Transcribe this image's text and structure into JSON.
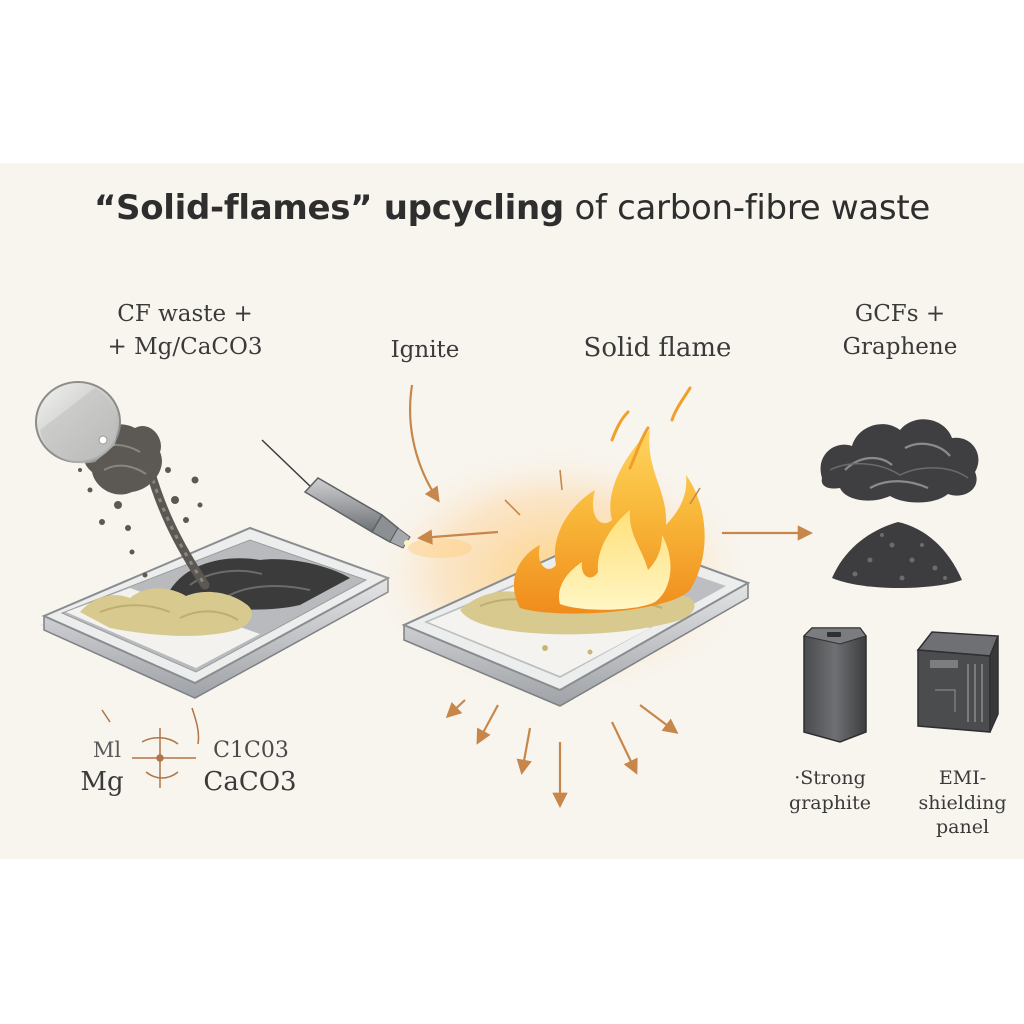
{
  "title": {
    "bold_part": "“Solid-flames” upcycling",
    "regular_part": "of carbon-fibre waste"
  },
  "step1": {
    "label_line1": "CF waste +",
    "label_line2": "+ Mg/CaCO3"
  },
  "step2": {
    "ignite_label": "Ignite",
    "flame_label": "Solid flame"
  },
  "step3": {
    "label_line1": "GCFs +",
    "label_line2": "Graphene"
  },
  "reagents": {
    "left_top": "Ml",
    "left_bottom": "Mg",
    "right_top": "C1C03",
    "right_bottom": "CaCO3"
  },
  "products": {
    "graphite_line1": "·Strong",
    "graphite_line2": "graphite",
    "emi_line1": "EMI-",
    "emi_line2": "shielding",
    "emi_line3": "panel"
  },
  "colors": {
    "panel_bg": "#f8f5ef",
    "arrow": "#c8874a",
    "flame_outer": "#f6a62a",
    "flame_inner": "#fff2a8",
    "tray_metal": "#c9cacc",
    "carbon": "#3b3b3b",
    "powder": "#d8c98e"
  }
}
